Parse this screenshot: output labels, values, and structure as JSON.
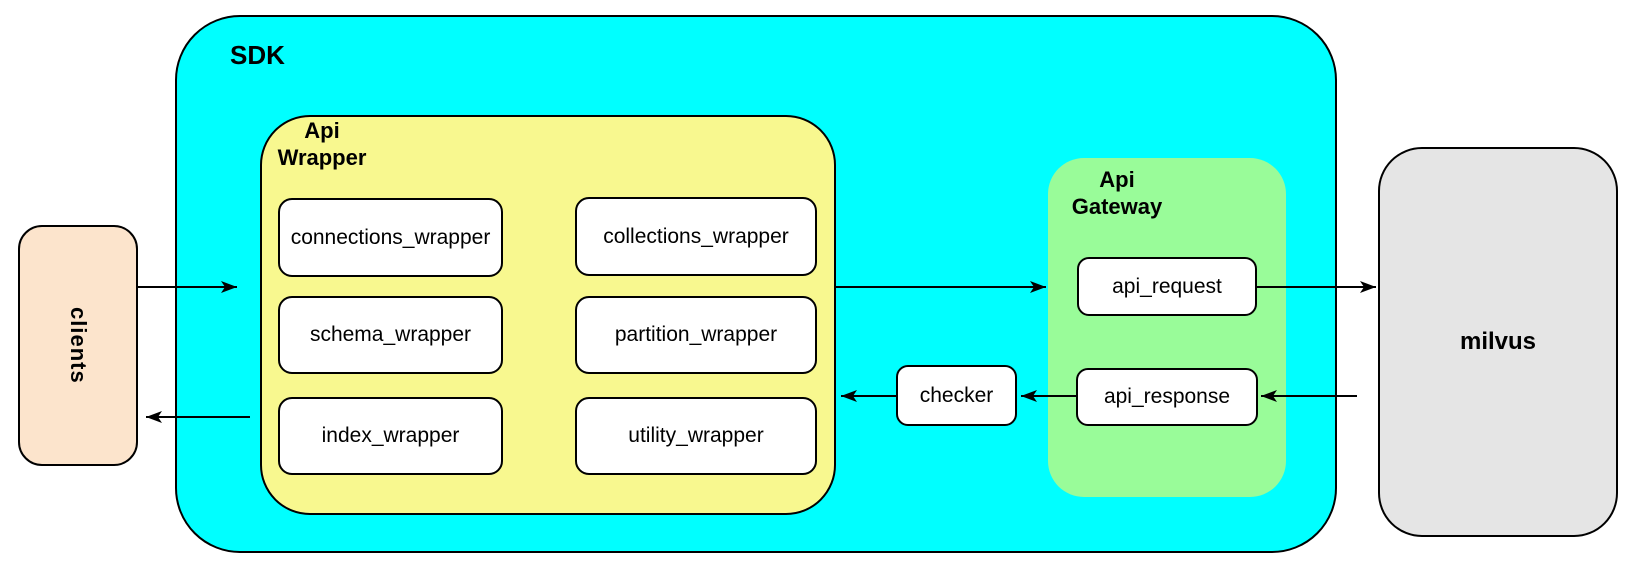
{
  "diagram": {
    "clients": {
      "label": "clients"
    },
    "sdk": {
      "label": "SDK"
    },
    "api_wrapper": {
      "label_line1": "Api",
      "label_line2": "Wrapper",
      "modules": [
        "connections_wrapper",
        "collections_wrapper",
        "schema_wrapper",
        "partition_wrapper",
        "index_wrapper",
        "utility_wrapper"
      ]
    },
    "checker": {
      "label": "checker"
    },
    "api_gateway": {
      "label_line1": "Api",
      "label_line2": "Gateway",
      "request_label": "api_request",
      "response_label": "api_response"
    },
    "milvus": {
      "label": "milvus"
    },
    "colors": {
      "sdk_fill": "#00FFFF",
      "api_wrapper_fill": "#F8F88F",
      "api_gateway_fill": "#99FC99",
      "clients_fill": "#FCE4CC",
      "milvus_fill": "#E5E5E5",
      "node_fill": "#FFFFFF",
      "stroke": "#000000"
    }
  }
}
